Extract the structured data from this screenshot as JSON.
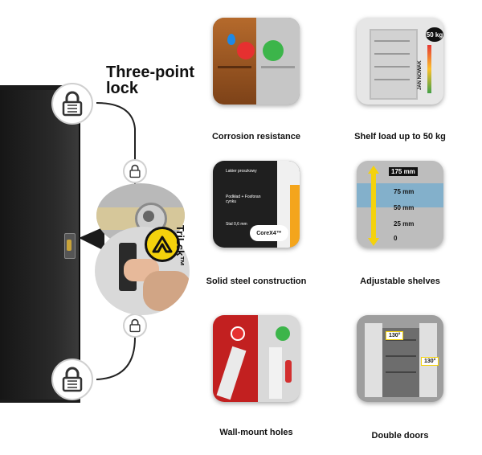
{
  "lock_section": {
    "title": "Three-point lock",
    "trilock_label": "TriLck™"
  },
  "features": [
    {
      "caption": "Corrosion resistance"
    },
    {
      "caption": "Shelf load up to 50 kg"
    },
    {
      "caption": "Solid steel construction"
    },
    {
      "caption": "Adjustable shelves"
    },
    {
      "caption": "Wall-mount holes"
    },
    {
      "caption": "Double doors"
    }
  ],
  "shelf_load_badge": "50 kg",
  "shelf_brand": "JAN NOWAK",
  "construction_labels": {
    "paint": "Lakier proszkowy",
    "primer": "Podkład + Fosforan cynku",
    "steel": "Stal 0,6 mm",
    "core": "CoreX4™"
  },
  "shelf_heights": [
    "175 mm",
    "75 mm",
    "50 mm",
    "25 mm",
    "0"
  ],
  "door_angles": [
    "130°",
    "130°"
  ],
  "colors": {
    "accent_yellow": "#f4d20c",
    "cabinet": "#1b1b1b",
    "wall_red": "#c22020",
    "happy_green": "#3cb54a",
    "sad_red": "#e63030"
  }
}
